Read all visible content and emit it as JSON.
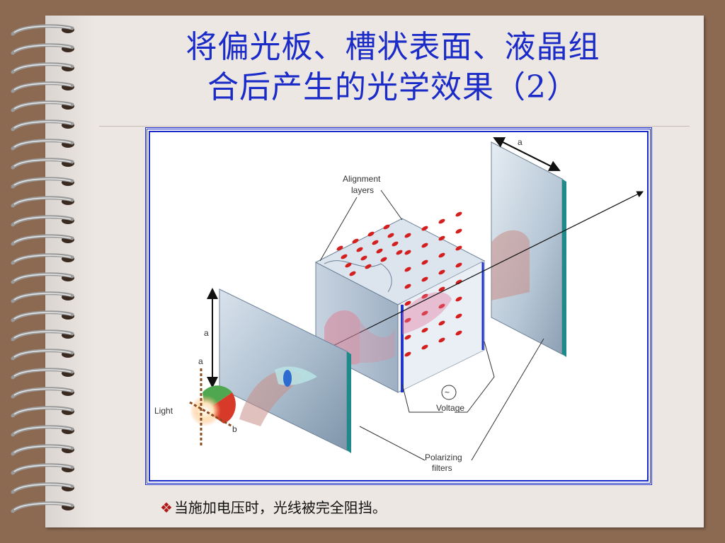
{
  "slide": {
    "title_line1": "将偏光板、槽状表面、液晶组",
    "title_line2": "合后产生的光学效果（2）",
    "bullet_mark": "❖",
    "bullet_text": "当施加电压时，光线被完全阻挡。"
  },
  "diagram": {
    "label_alignment": "Alignment",
    "label_layers": "layers",
    "label_a_top": "a",
    "label_a_left": "a",
    "label_a_small": "a",
    "label_b": "b",
    "label_light": "Light",
    "label_voltage": "Voltage",
    "label_voltage_symbol": "~",
    "label_polarizing": "Polarizing",
    "label_filters": "filters"
  },
  "colors": {
    "title": "#1a2bc8",
    "frame": "#1a2bc8",
    "background": "#8c6a52",
    "page": "#ede7e3"
  }
}
